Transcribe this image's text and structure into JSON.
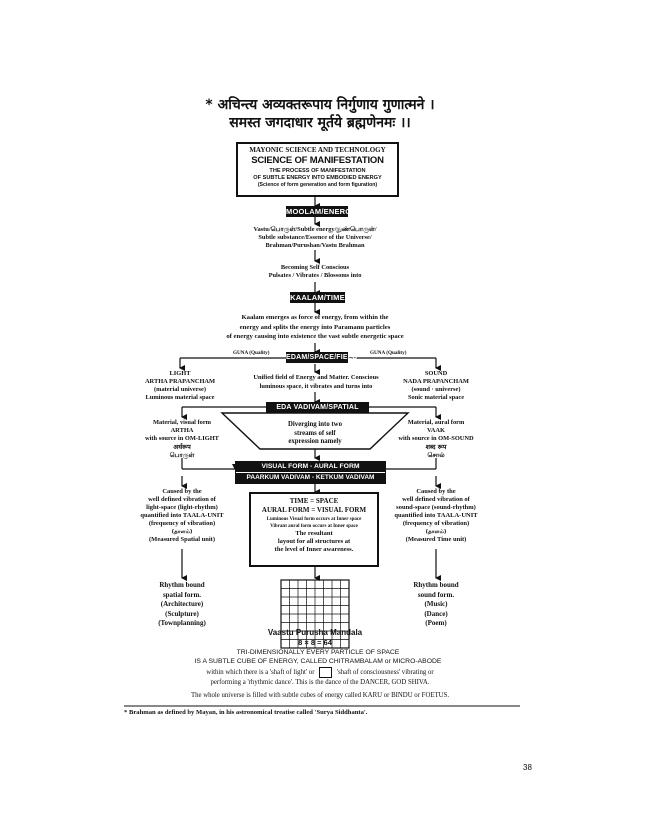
{
  "invocation": {
    "line1": "* अचिन्त्य अव्यक्तरूपाय निर्गुणाय गुणात्मने ।",
    "line2": "समस्त जगदाधार मूर्तये ब्रह्मणेनमः ।।"
  },
  "title_box": {
    "heading": "MAYONIC SCIENCE AND TECHNOLOGY",
    "title": "SCIENCE OF MANIFESTATION",
    "sub1": "THE PROCESS OF MANIFESTATION",
    "sub2": "OF SUBTLE ENERGY INTO EMBODIED ENERGY",
    "sub3": "(Science of form generation and form figuration)"
  },
  "moolam": {
    "bar": "MOOLAM/ENERGY",
    "l1": "Vastu/பொருள்/Subtle energy/நுண்பொருள்/",
    "l2": "Subtle substance/Essence of the Universe/",
    "l3": "Brahman/Purushan/Vastu Brahman",
    "l4": "Becoming Self Conscious",
    "l5": "Pulsates / Vibrates / Blossoms into"
  },
  "kaalam": {
    "bar": "KAALAM/TIME",
    "l1": "Kaalam emerges as force of energy, from within the",
    "l2": "energy and splits the energy into Paramanu particles",
    "l3": "of energy causing into existence the vast subtle energetic space"
  },
  "edam": {
    "bar": "EDAM/SPACE/FIELD",
    "guna_left": "GUNA (Quality)",
    "guna_right": "GUNA (Quality)",
    "c1": "Unified field of Energy and Matter. Conscious",
    "c2": "luminous space, it vibrates and turns into",
    "left1": "LIGHT",
    "left2": "ARTHA PRAPANCHAM",
    "left3": "(material universe)",
    "left4": "Luminous material space",
    "right1": "SOUND",
    "right2": "NADA PRAPANCHAM",
    "right3": "(sound · universe)",
    "right4": "Sonic material space"
  },
  "eda_vadivam": {
    "bar": "EDA VADIVAM/SPATIAL FORM",
    "d1": "Diverging into two",
    "d2": "streams of self",
    "d3": "expression namely",
    "left1": "Material, visual form",
    "left2": "ARTHA",
    "left3": "with source in OM-LIGHT",
    "left4": "अर्थरूप",
    "left5": "பொருள்",
    "right1": "Material, aural form",
    "right2": "VAAK",
    "right3": "with source in OM-SOUND",
    "right4": "शब्द रूप",
    "right5": "சொல்"
  },
  "visual_aural": {
    "bar1": "VISUAL FORM - AURAL FORM",
    "bar2": "PAARKUM VADIVAM - KETKUM VADIVAM",
    "left1": "Caused by the",
    "left2": "well defined vibration of",
    "left3": "light-space (light-rhythm)",
    "left4": "quantified into TAALA-UNIT",
    "left5": "(frequency of vibration)",
    "left6": "(தாளம்)",
    "left7": "(Measured Spatial unit)",
    "right1": "Caused by the",
    "right2": "well defined vibration of",
    "right3": "sound-space (sound-rhythm)",
    "right4": "quantified into TAALA-UNIT",
    "right5": "(frequency of vibration)",
    "right6": "(தாளம்)",
    "right7": "(Measured Time unit)",
    "c1": "TIME = SPACE",
    "c2": "AURAL FORM = VISUAL FORM",
    "c3": "Luminous Visual form occurs at Inner space",
    "c4": "Vibrant aural form occurs at Inner space",
    "c5": "The resultant",
    "c6": "layout for all structures at",
    "c7": "the level of Inner awareness."
  },
  "outcomes": {
    "left1": "Rhythm bound",
    "left2": "spatial form.",
    "left3": "(Architecture)",
    "left4": "(Sculpture)",
    "left5": "(Townplanning)",
    "right1": "Rhythm bound",
    "right2": "sound form.",
    "right3": "(Music)",
    "right4": "(Dance)",
    "right5": "(Poem)"
  },
  "mandala": {
    "label": "Vaastu Purusha Mandala",
    "formula": "8 × 8 = 64",
    "grid_size": 8
  },
  "bottom": {
    "l1": "TRI-DIMENSIONALLY EVERY PARTICLE OF SPACE",
    "l2": "IS A SUBTLE CUBE OF ENERGY, CALLED CHITRAMBALAM or MICRO-ABODE",
    "l3a": "within which there is a 'shaft of light' or",
    "l3b": "'shaft of consciousness' vibrating or",
    "l4": "performing a 'rhythmic dance'. This is the dance of the DANCER, GOD SHIVA.",
    "l5": "The whole universe is filled with subtle cubes of energy called KARU or BINDU or FOETUS."
  },
  "footnote": "* Brahman as defined by Mayan, in his astronomical treatise called 'Surya Siddhanta'.",
  "page_number": "38"
}
